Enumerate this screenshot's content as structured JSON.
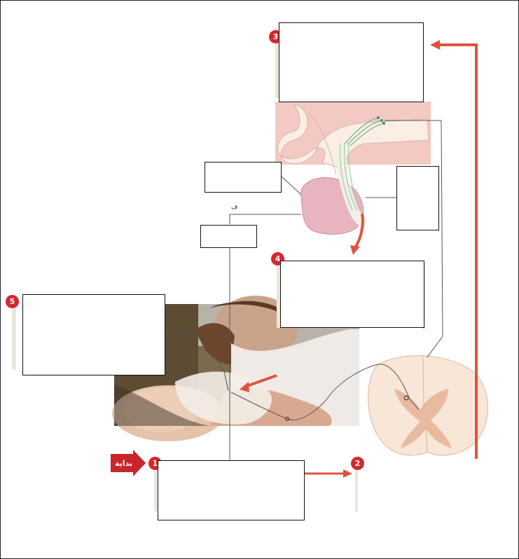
{
  "badges": {
    "b1": "1",
    "b2": "2",
    "b3": "3",
    "b4": "4",
    "b5": "5"
  },
  "start_label": "بداية",
  "small_label": "ف",
  "colors": {
    "accent": "#d2282e",
    "arrow": "#e0533e",
    "pituitary": "#e9b8c2",
    "brain": "#f2c7c0",
    "spinal_white": "#f8e6d6",
    "spinal_grey": "#e8b9a0"
  }
}
